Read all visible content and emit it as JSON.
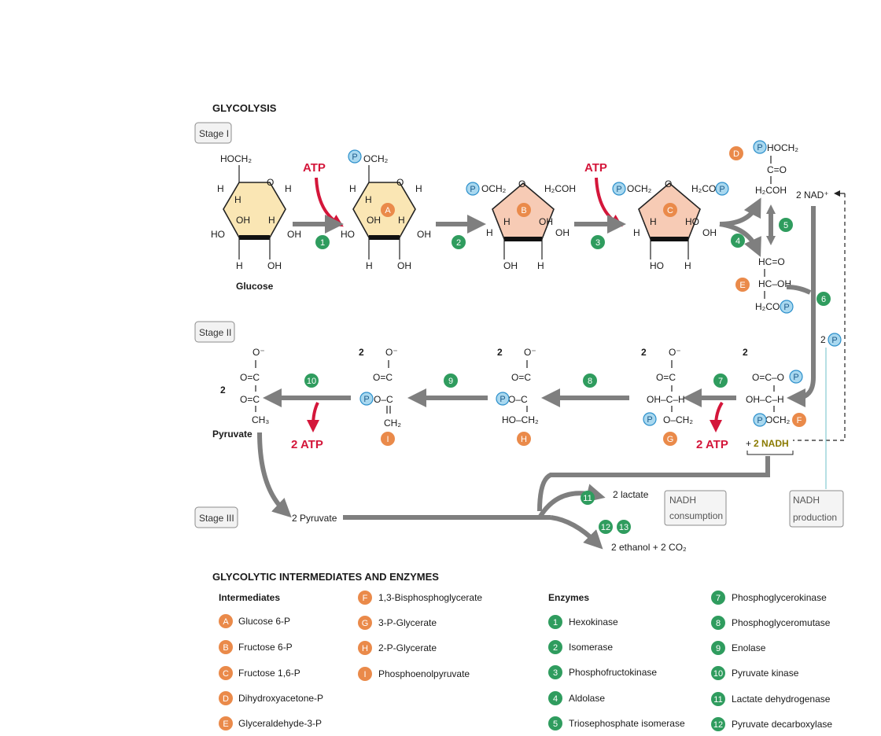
{
  "title": "GLYCOLYSIS",
  "stages": {
    "s1": "Stage I",
    "s2": "Stage II",
    "s3": "Stage III"
  },
  "cofactors": {
    "atp": "ATP",
    "two_atp": "2 ATP",
    "nad": "2 NAD⁺",
    "nadh": "2 NADH",
    "plus": "+",
    "p": "P"
  },
  "molecules": {
    "glucose": "Glucose",
    "pyruvate": "Pyruvate",
    "two_pyruvate": "2 Pyruvate",
    "lactate": "2 lactate",
    "ethanol": "2 ethanol + 2 CO₂",
    "hoch2": "HOCH₂",
    "och2": "OCH₂",
    "h2coh": "H₂COH",
    "h2co": "H₂CO",
    "dhap_c": "C=O",
    "dhap_h2coh": "H₂COH",
    "gap_c": "HC=O",
    "gap_ch": "HC–OH",
    "gap_h2co": "H₂CO",
    "two": "2",
    "two_p": "2"
  },
  "labels": {
    "h": "H",
    "oh": "OH",
    "ho": "HO",
    "o": "O",
    "o_minus": "O⁻",
    "oc": "O=C",
    "ch3": "CH₃",
    "ch2": "CH₂",
    "oc_c": "O–C",
    "ch2_eq": "‖",
    "oh_c_h": "OH–C–H",
    "ho_ch2": "HO–CH₂",
    "o_ch2": "O–CH₂",
    "o_c_o": "O=C–O",
    "o_c": "O–C",
    "och2_f": "OCH₂",
    "hc_o": "O–C",
    "eq_ch2": "CH₂"
  },
  "info": {
    "consumption": [
      "NADH",
      "consumption"
    ],
    "production": [
      "NADH",
      "production"
    ]
  },
  "legend": {
    "heading": "GLYCOLYTIC INTERMEDIATES AND ENZYMES",
    "intermediates_title": "Intermediates",
    "enzymes_title": "Enzymes",
    "intermediates": [
      {
        "key": "A",
        "name": "Glucose 6-P"
      },
      {
        "key": "B",
        "name": "Fructose 6-P"
      },
      {
        "key": "C",
        "name": "Fructose 1,6-P"
      },
      {
        "key": "D",
        "name": "Dihydroxyacetone-P"
      },
      {
        "key": "E",
        "name": "Glyceraldehyde-3-P"
      },
      {
        "key": "F",
        "name": "1,3-Bisphosphoglycerate"
      },
      {
        "key": "G",
        "name": "3-P-Glycerate"
      },
      {
        "key": "H",
        "name": "2-P-Glycerate"
      },
      {
        "key": "I",
        "name": "Phosphoenolpyruvate"
      }
    ],
    "enzymes": [
      {
        "key": "1",
        "name": "Hexokinase"
      },
      {
        "key": "2",
        "name": "Isomerase"
      },
      {
        "key": "3",
        "name": "Phosphofructokinase"
      },
      {
        "key": "4",
        "name": "Aldolase"
      },
      {
        "key": "5",
        "name": "Triosephosphate isomerase"
      },
      {
        "key": "7",
        "name": "Phosphoglycerokinase"
      },
      {
        "key": "8",
        "name": "Phosphoglyceromutase"
      },
      {
        "key": "9",
        "name": "Enolase"
      },
      {
        "key": "10",
        "name": "Pyruvate kinase"
      },
      {
        "key": "11",
        "name": "Lactate dehydrogenase"
      },
      {
        "key": "12",
        "name": "Pyruvate decarboxylase"
      }
    ]
  },
  "step_numbers": [
    "1",
    "2",
    "3",
    "4",
    "5",
    "6",
    "7",
    "8",
    "9",
    "10",
    "11",
    "12",
    "13"
  ],
  "intermediate_keys": [
    "A",
    "B",
    "C",
    "D",
    "E",
    "F",
    "G",
    "H",
    "I"
  ],
  "colors": {
    "enzyme": "#2f9c5e",
    "intermediate": "#ea8a4a",
    "phosphate": "#a9d8ef",
    "atp": "#d4163a",
    "arrow": "#7f7f7f"
  }
}
